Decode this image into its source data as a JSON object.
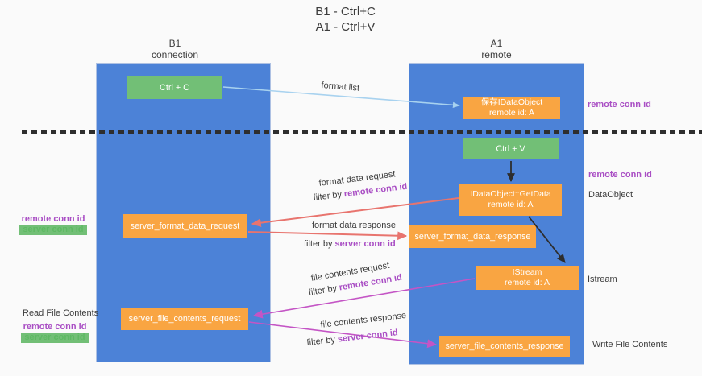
{
  "title": {
    "line1": "B1 - Ctrl+C",
    "line2": "A1 - Ctrl+V"
  },
  "lifelines": {
    "b1": {
      "name": "B1",
      "role": "connection"
    },
    "a1": {
      "name": "A1",
      "role": "remote"
    }
  },
  "boxes": {
    "ctrl_c": {
      "label": "Ctrl + C"
    },
    "save_dataobject": {
      "line1": "保存IDataObject",
      "line2": "remote id: A"
    },
    "ctrl_v": {
      "label": "Ctrl + V"
    },
    "getdata": {
      "line1": "IDataObject::GetData",
      "line2": "remote id: A"
    },
    "format_request": {
      "label": "server_format_data_request"
    },
    "format_response": {
      "label": "server_format_data_response"
    },
    "istream": {
      "line1": "IStream",
      "line2": "remote id: A"
    },
    "file_request": {
      "label": "server_file_contents_request"
    },
    "file_response": {
      "label": "server_file_contents_response"
    }
  },
  "arrows": {
    "format_list": {
      "label": "format list"
    },
    "format_request": {
      "label": "format data request",
      "filter_prefix": "filter by",
      "filter_key": "remote conn id"
    },
    "format_response": {
      "label": "format data response",
      "filter_prefix": "filter by",
      "filter_key": "server conn id"
    },
    "file_request": {
      "label": "file contents request",
      "filter_prefix": "filter by",
      "filter_key": "remote conn id"
    },
    "file_response": {
      "label": "file contents response",
      "filter_prefix": "filter by",
      "filter_key": "server conn id"
    }
  },
  "annotations": {
    "remote_conn_id": "remote conn id",
    "server_conn_id": "server conn id",
    "dataobject": "DataObject",
    "istream": "Istream",
    "read_file_contents": "Read File Contents",
    "write_file_contents": "Write File Contents"
  },
  "colors": {
    "lifeline_blue": "#4c82d7",
    "box_green": "#72bf76",
    "box_orange": "#f9a542",
    "arrow_blue": "#a8d2ef",
    "arrow_black": "#2d2d2d",
    "arrow_red": "#e8746e",
    "arrow_magenta": "#c455c5",
    "label_purple": "#a94ec4",
    "label_green": "#5eb963",
    "separator_black": "#2e2e2e"
  }
}
